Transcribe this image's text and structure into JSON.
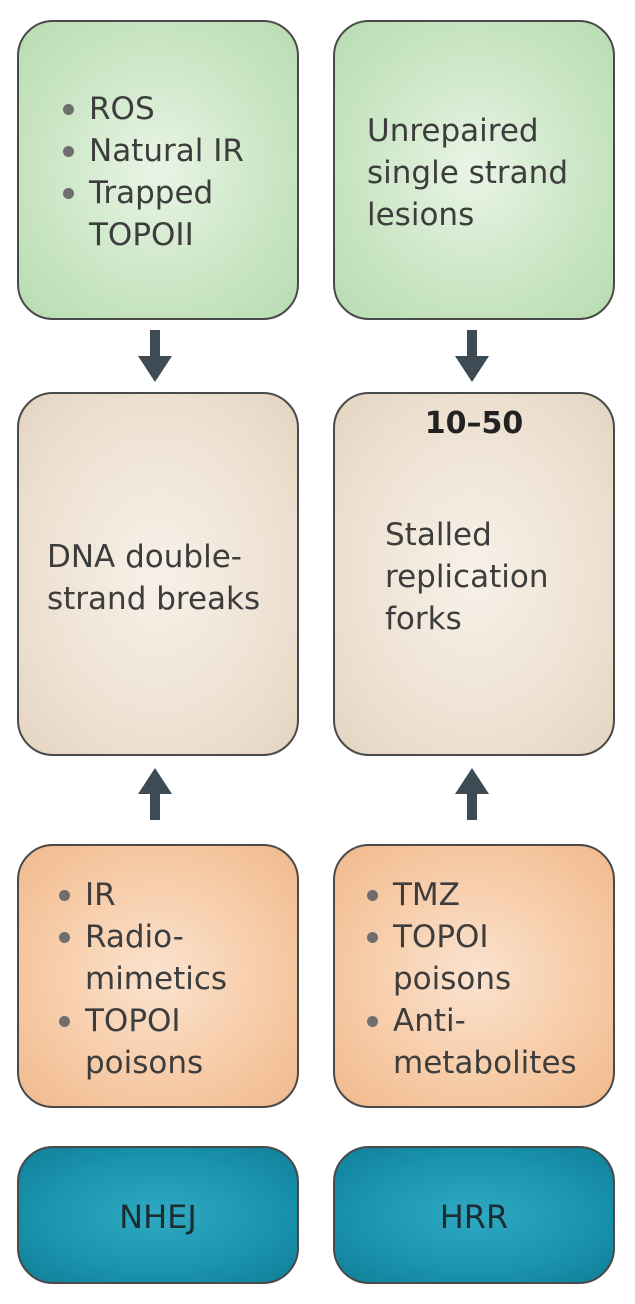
{
  "left_column": {
    "sources": [
      "ROS",
      "Natural IR",
      "Trapped TOPOII"
    ],
    "lesion": "DNA double-strand breaks",
    "agents": [
      "IR",
      "Radio-mimetics",
      "TOPOI poisons"
    ],
    "pathway": "NHEJ"
  },
  "right_column": {
    "source": "Unrepaired single strand lesions",
    "lesion_count": "10–50",
    "lesion": "Stalled replication forks",
    "agents": [
      "TMZ",
      "TOPOI poisons",
      "Anti-metabolites"
    ],
    "pathway": "HRR"
  },
  "colors": {
    "green_box": "#c9e5c3",
    "beige_box": "#ecdfcf",
    "orange_box": "#f6c8a2",
    "teal_box": "#1a93ad",
    "arrow": "#3d4b55",
    "border": "#4a4a4a"
  }
}
